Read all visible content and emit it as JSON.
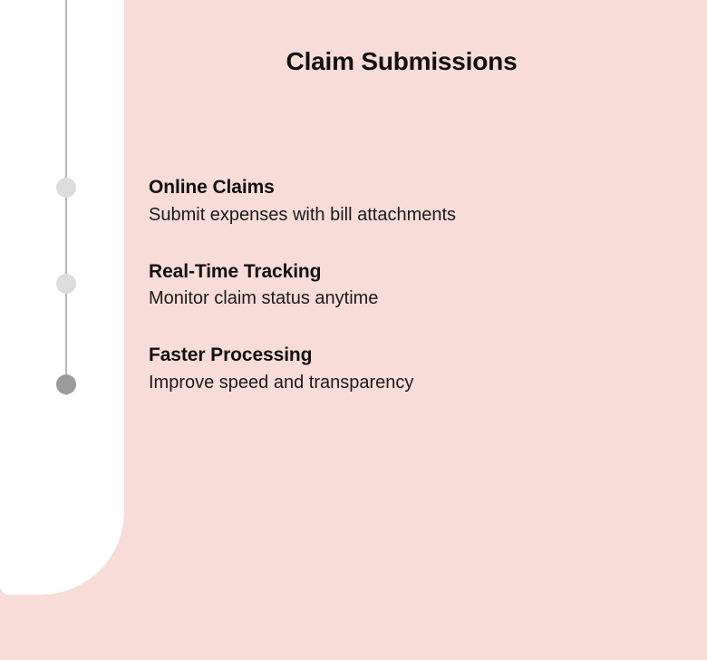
{
  "header": {
    "title": "Claim Submissions"
  },
  "colors": {
    "panel_background": "#f7dcd8",
    "page_background": "#ffffff",
    "timeline_line": "#b9b9b9",
    "timeline_dot_inactive": "#dddddd",
    "timeline_dot_active": "#9b9b9b",
    "text_primary": "#111111"
  },
  "timeline": {
    "steps": [
      {
        "state": "inactive"
      },
      {
        "state": "inactive"
      },
      {
        "state": "active"
      }
    ]
  },
  "items": [
    {
      "title": "Online Claims",
      "description": "Submit expenses with bill attachments"
    },
    {
      "title": "Real-Time Tracking",
      "description": "Monitor claim status anytime"
    },
    {
      "title": "Faster Processing",
      "description": "Improve speed and transparency"
    }
  ]
}
